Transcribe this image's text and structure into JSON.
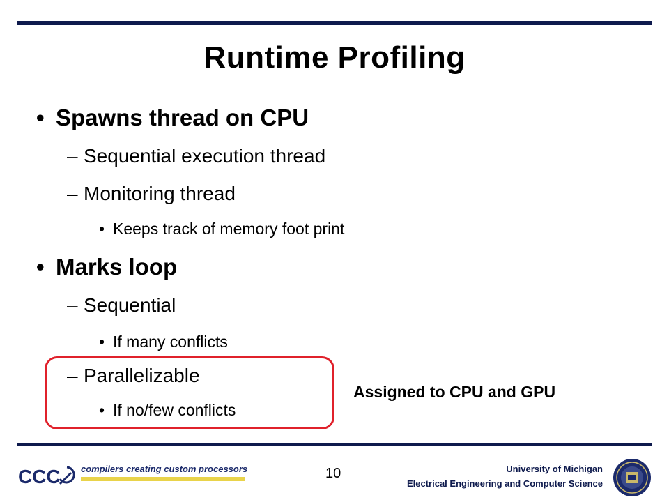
{
  "slide": {
    "title": "Runtime Profiling",
    "bullets": [
      {
        "text": "Spawns thread on CPU",
        "subs": [
          {
            "text": "Sequential execution thread"
          },
          {
            "text": "Monitoring thread",
            "subs": [
              "Keeps track of memory foot print"
            ]
          }
        ]
      },
      {
        "text": "Marks loop",
        "subs": [
          {
            "text": "Sequential",
            "subs": [
              "If many conflicts"
            ]
          },
          {
            "text": "Parallelizable",
            "subs": [
              "If no/few conflicts"
            ]
          }
        ]
      }
    ],
    "annotation": "Assigned to CPU and GPU",
    "page_number": "10",
    "bullet_glyph": "•",
    "dash_glyph": "–"
  },
  "footer": {
    "logo_text": "CCC",
    "logo_tagline": "compilers creating custom processors",
    "university": "University of Michigan",
    "department": "Electrical Engineering and Computer Science"
  },
  "colors": {
    "rule": "#0e1a4d",
    "highlight": "#e0212b",
    "logo_blue": "#1b2a6b",
    "logo_yellow": "#e9d34a"
  }
}
